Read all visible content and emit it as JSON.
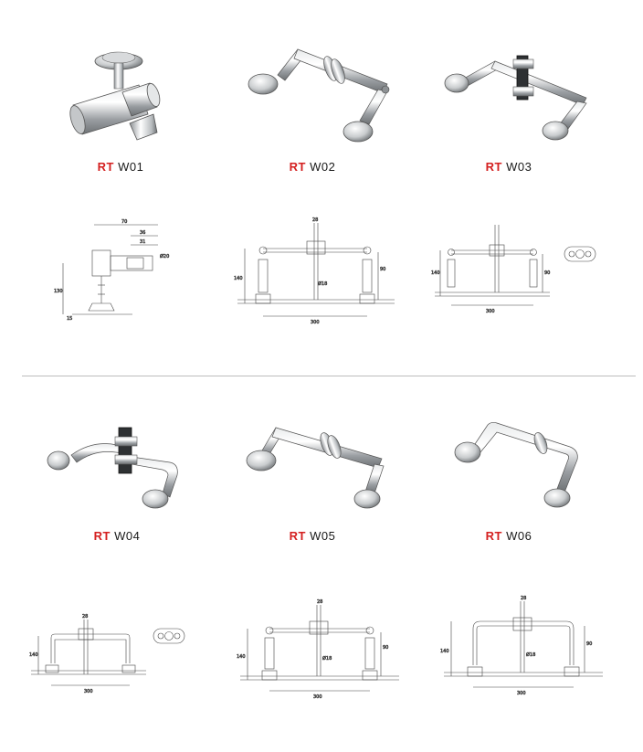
{
  "colors": {
    "accent": "#d42020",
    "metal_light": "#f2f2f2",
    "metal_mid": "#b5b8bb",
    "metal_dark": "#5a5d60",
    "line": "#444444"
  },
  "products": [
    {
      "prefix": "RT",
      "code": "W01"
    },
    {
      "prefix": "RT",
      "code": "W02"
    },
    {
      "prefix": "RT",
      "code": "W03"
    },
    {
      "prefix": "RT",
      "code": "W04"
    },
    {
      "prefix": "RT",
      "code": "W05"
    },
    {
      "prefix": "RT",
      "code": "W06"
    }
  ],
  "drawings": {
    "w01": {
      "d1": "70",
      "d2": "36",
      "d3": "31",
      "d4": "Ø20",
      "d5": "130",
      "d6": "15"
    },
    "w02": {
      "top": "28",
      "h": "140",
      "v": "90",
      "span": "300",
      "rod": "Ø18"
    },
    "w03": {
      "h": "140",
      "v": "90",
      "span": "300"
    },
    "w04": {
      "top": "28",
      "h": "140",
      "span": "300"
    },
    "w05": {
      "top": "28",
      "h": "140",
      "v": "90",
      "span": "300",
      "rod": "Ø18"
    },
    "w06": {
      "top": "28",
      "h": "140",
      "v": "90",
      "span": "300",
      "rod": "Ø18"
    }
  }
}
